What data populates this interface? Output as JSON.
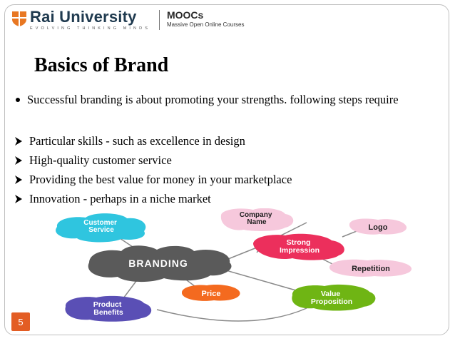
{
  "header": {
    "university_name": "Rai University",
    "tagline": "EVOLVING THINKING MINDS",
    "moocs_title": "MOOCs",
    "moocs_subtitle": "Massive Open Online Courses"
  },
  "slide": {
    "title": "Basics of Brand",
    "main_bullet": "Successful branding is about promoting your strengths. following steps require",
    "sub_bullets": [
      "Particular skills - such as excellence in design",
      "High-quality customer service",
      "Providing the best value for money in your marketplace",
      "Innovation - perhaps in a niche market"
    ],
    "page_number": "5"
  },
  "diagram": {
    "center": "BRANDING",
    "nodes": {
      "customer_service": [
        "Customer",
        "Service"
      ],
      "company_name": [
        "Company",
        "Name"
      ],
      "logo": "Logo",
      "strong_impression": [
        "Strong",
        "Impression"
      ],
      "repetition": "Repetition",
      "price": "Price",
      "value_proposition": [
        "Value",
        "Proposition"
      ],
      "product_benefits": [
        "Product",
        "Benefits"
      ]
    }
  },
  "colors": {
    "brand_navy": "#1f3a4f",
    "crest_orange": "#e87722",
    "page_badge": "#e35d24",
    "branding_node": "#5a5a5a",
    "customer_service": "#2fc5df",
    "company_name": "#f6c8dc",
    "strong_impression": "#ec2f5c",
    "repetition": "#f6c8dc",
    "price": "#f46a1f",
    "value_proposition": "#6fb514",
    "product_benefits": "#5a4fb5"
  }
}
